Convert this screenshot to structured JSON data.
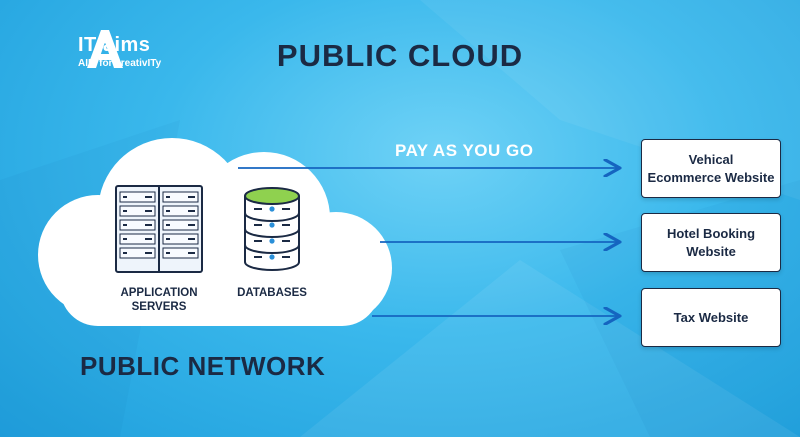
{
  "brand": {
    "name": "IT aims",
    "tagline": "AIM for creativITy"
  },
  "title": "PUBLIC CLOUD",
  "arrow_label": "PAY AS YOU GO",
  "cloud": {
    "items": [
      {
        "label": "APPLICATION\nSERVERS",
        "icon": "server-rack-icon"
      },
      {
        "label": "DATABASES",
        "icon": "database-icon"
      }
    ]
  },
  "network_label": "PUBLIC NETWORK",
  "websites": [
    {
      "label": "Vehical\nEcommerce Website"
    },
    {
      "label": "Hotel Booking\nWebsite"
    },
    {
      "label": "Tax Website"
    }
  ],
  "colors": {
    "background": "#3ab8ec",
    "text_dark": "#1b2a44",
    "arrow": "#1565c0",
    "db_green": "#8fd14f"
  }
}
